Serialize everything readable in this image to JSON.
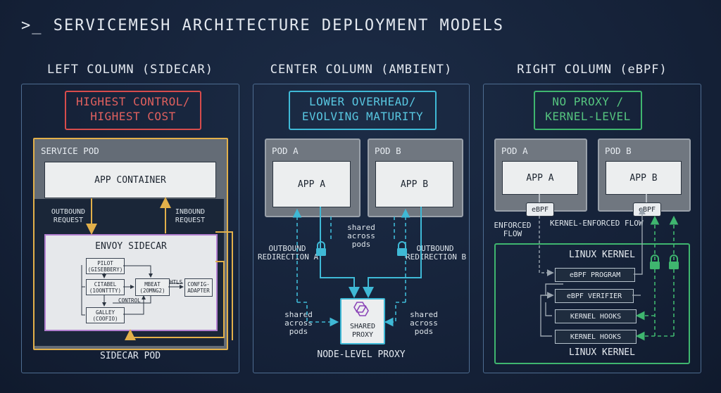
{
  "title": ">_ SERVICEMESH ARCHITECTURE DEPLOYMENT MODELS",
  "left": {
    "column_title": "LEFT COLUMN (SIDECAR)",
    "tag_line1": "HIGHEST CONTROL/",
    "tag_line2": "HIGHEST COST",
    "service_pod": "SERVICE POD",
    "app_container": "APP CONTAINER",
    "outbound_line1": "OUTBOUND",
    "outbound_line2": "REQUEST",
    "inbound_line1": "INBOUND",
    "inbound_line2": "REQUEST",
    "envoy": "ENVOY SIDECAR",
    "pilot_1": "PILOT",
    "pilot_2": "(GISEBBERY)",
    "citabel_1": "CITABEL",
    "citabel_2": "(1OONTTTY)",
    "mbeat_1": "MBEAT",
    "mbeat_2": "(2OMNG2)",
    "control": "CONTROL",
    "htls": "HTLS",
    "config_1": "CONFIG-",
    "config_2": "ADAPTER",
    "galley_1": "GALLEY",
    "galley_2": "(COOFIO)",
    "sidecar_pod": "SIDECAR POD"
  },
  "center": {
    "column_title": "CENTER COLUMN (AMBIENT)",
    "tag_line1": "LOWER OVERHEAD/",
    "tag_line2": "EVOLVING MATURITY",
    "pod_a": "POD A",
    "pod_b": "POD B",
    "app_a": "APP A",
    "app_b": "APP B",
    "shared_mid_1": "shared",
    "shared_mid_2": "across",
    "shared_mid_3": "pods",
    "outbound_a_1": "OUTBOUND",
    "outbound_a_2": "REDIRECTION A",
    "outbound_b_1": "OUTBOUND",
    "outbound_b_2": "REDIRECTION B",
    "shared_left_1": "shared",
    "shared_left_2": "across",
    "shared_left_3": "pods",
    "shared_right_1": "shared",
    "shared_right_2": "across",
    "shared_right_3": "pods",
    "proxy_1": "SHARED",
    "proxy_2": "PROXY",
    "node_proxy": "NODE-LEVEL PROXY"
  },
  "right": {
    "column_title": "RIGHT COLUMN (eBPF)",
    "tag_line1": "NO PROXY /",
    "tag_line2": "KERNEL-LEVEL",
    "pod_a": "POD A",
    "pod_b": "POD B",
    "app_a": "APP A",
    "app_b": "APP B",
    "ebpf_a": "eBPF",
    "ebpf_b": "eBPF",
    "enforced_1": "ENFORCED",
    "enforced_2": "FLOW",
    "kernel_enforced": "KERNEL-ENFORCED FLOW",
    "linux_kernel_top": "LINUX KERNEL",
    "ebpf_program": "eBPF PROGRAM",
    "ebpf_verifier": "eBPF VERIFIER",
    "kernel_hooks_1": "KERNEL HOOKS",
    "kernel_hooks_2": "KERNEL HOOKS",
    "linux_kernel_bottom": "LINUX KERNEL"
  },
  "colors": {
    "red": "#d74c4c",
    "cyan": "#3fb9d6",
    "green": "#3fb66f",
    "amber": "#e2b04a",
    "purple": "#b27fd0"
  }
}
